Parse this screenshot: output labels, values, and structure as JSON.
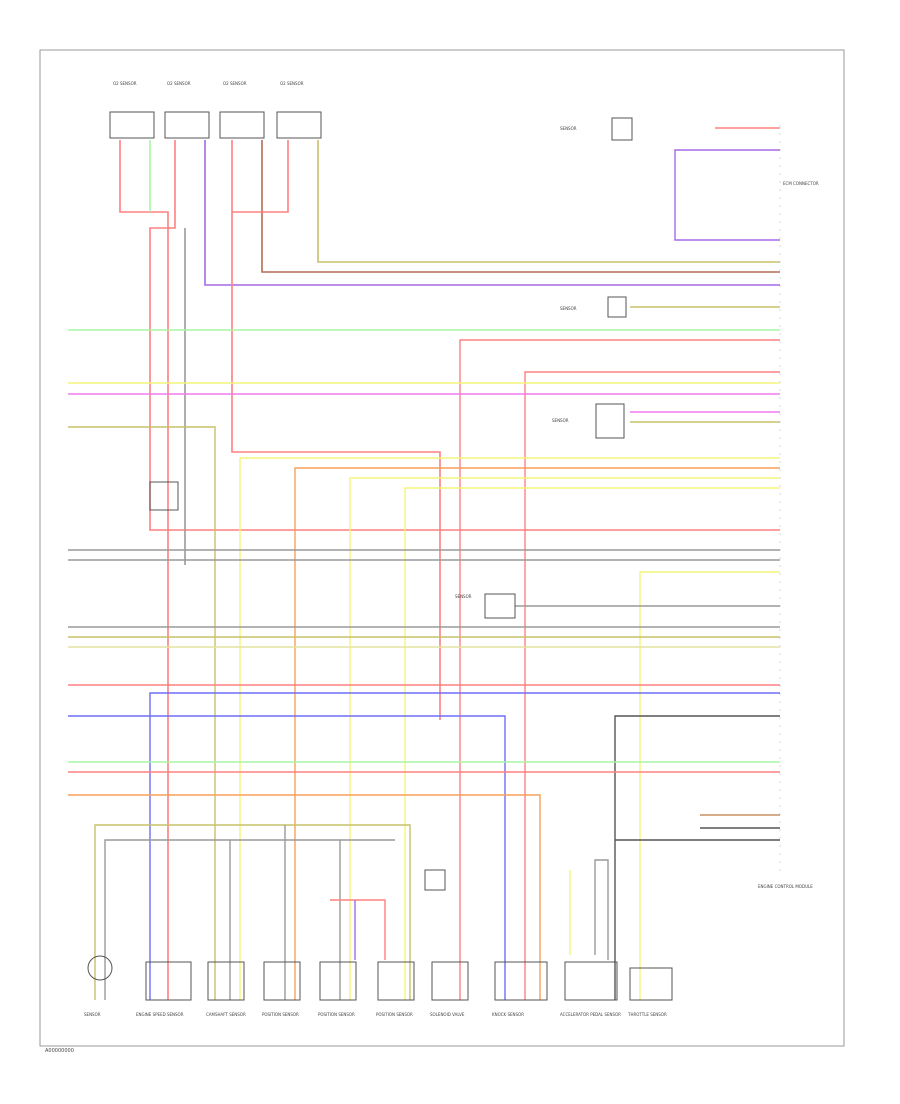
{
  "diagram": {
    "footer_code": "A00000000",
    "connector_top_right_label": "ECM CONNECTOR",
    "ecm_label": "ENGINE CONTROL MODULE",
    "top_connectors": [
      "O2 SENSOR",
      "O2 SENSOR",
      "O2 SENSOR",
      "O2 SENSOR"
    ],
    "bottom_components": [
      "SENSOR",
      "ENGINE SPEED SENSOR",
      "CAMSHAFT SENSOR",
      "POSITION SENSOR",
      "POSITION SENSOR",
      "POSITION SENSOR",
      "SOLENOID VALVE",
      "KNOCK SENSOR",
      "ACCELERATOR PEDAL SENSOR",
      "THROTTLE SENSOR"
    ],
    "side_components": [
      "SENSOR",
      "SENSOR",
      "SENSOR",
      "SENSOR"
    ],
    "wire_colors": {
      "red": "#ff8080",
      "green": "#a6f5a6",
      "yellow": "#f4f47a",
      "magenta": "#f07cf0",
      "purple": "#a569e8",
      "blue": "#6e6ef5",
      "orange": "#f7a15a",
      "olive": "#c8c06a",
      "gray": "#9a9a9a",
      "black": "#555555",
      "brown": "#c89060"
    }
  }
}
